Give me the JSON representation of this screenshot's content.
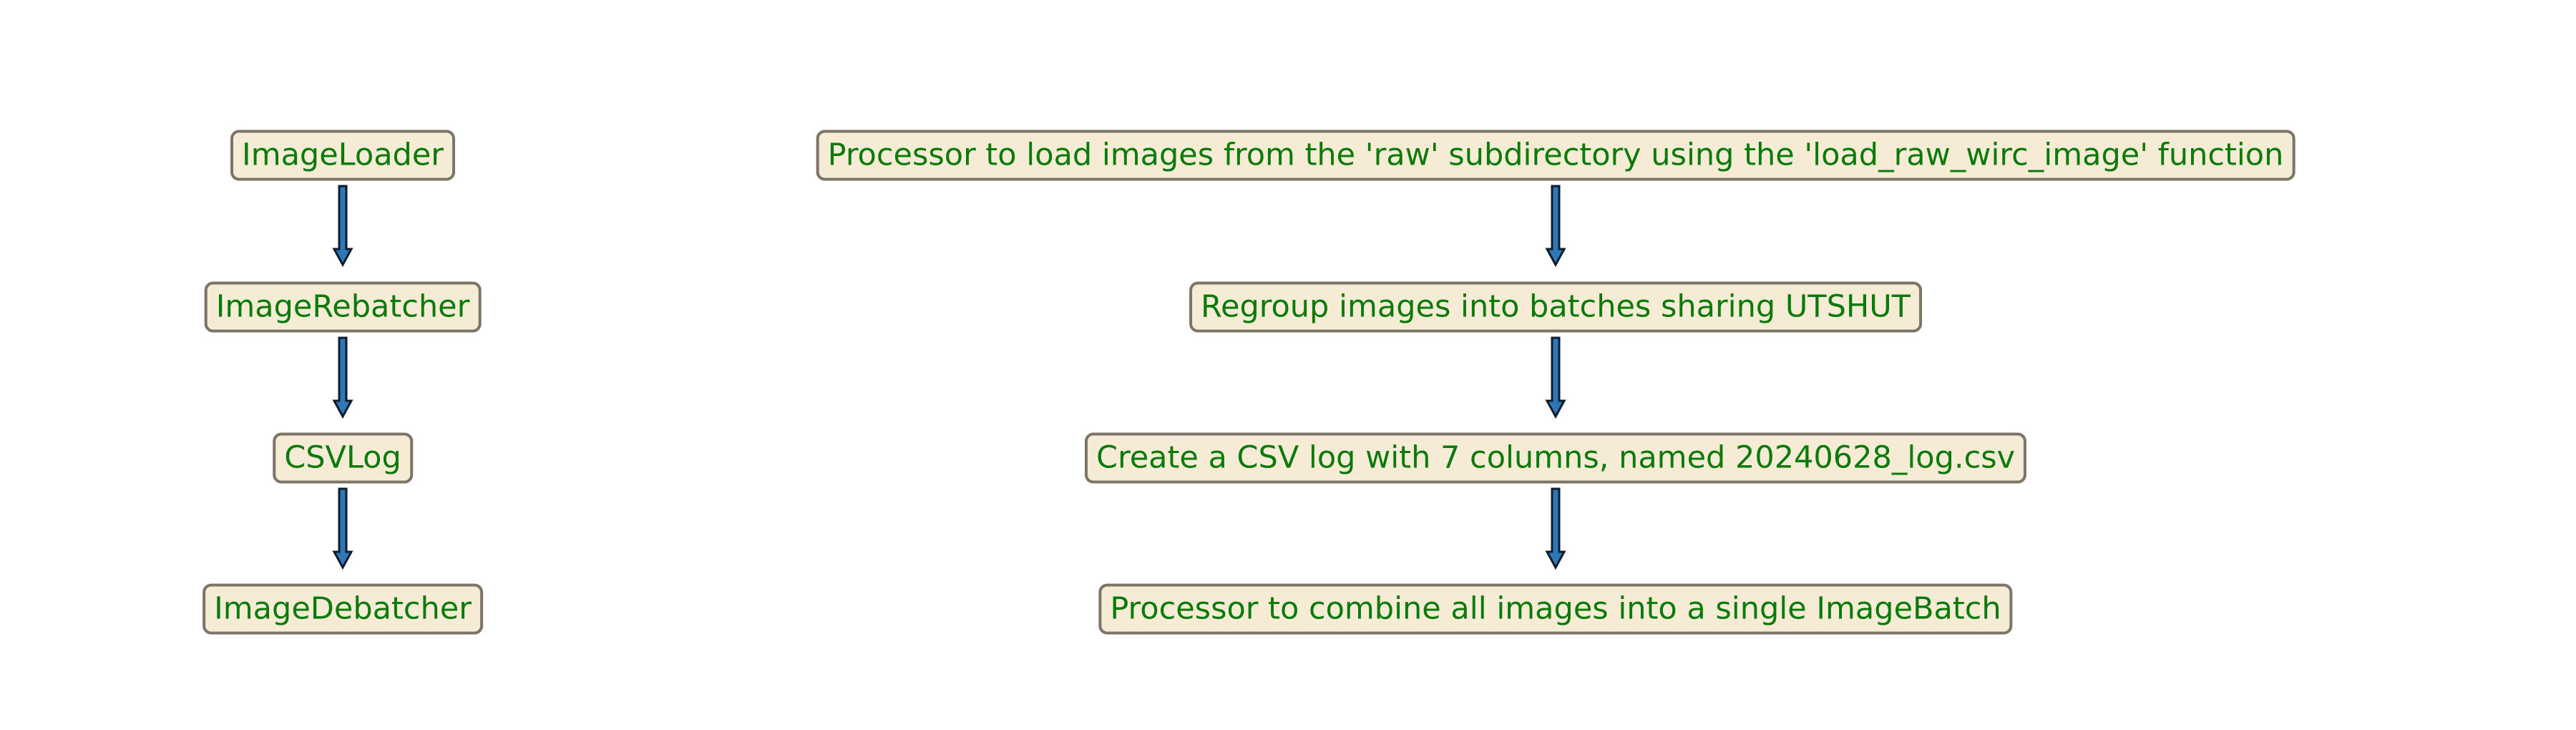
{
  "diagram": {
    "left_column": {
      "nodes": [
        {
          "label": "ImageLoader"
        },
        {
          "label": "ImageRebatcher"
        },
        {
          "label": "CSVLog"
        },
        {
          "label": "ImageDebatcher"
        }
      ]
    },
    "right_column": {
      "nodes": [
        {
          "label": "Processor to load images from the 'raw' subdirectory using the 'load_raw_wirc_image' function"
        },
        {
          "label": "Regroup images into batches sharing UTSHUT"
        },
        {
          "label": "Create a CSV log with 7 columns, named 20240628_log.csv"
        },
        {
          "label": "Processor to combine all images into a single ImageBatch"
        }
      ]
    },
    "colors": {
      "node_fill": "#f6ecd6",
      "node_border": "#7d7468",
      "node_text": "#0a7a0a",
      "arrow_fill": "#2f78b7",
      "arrow_stroke": "#0d1b2a"
    }
  }
}
